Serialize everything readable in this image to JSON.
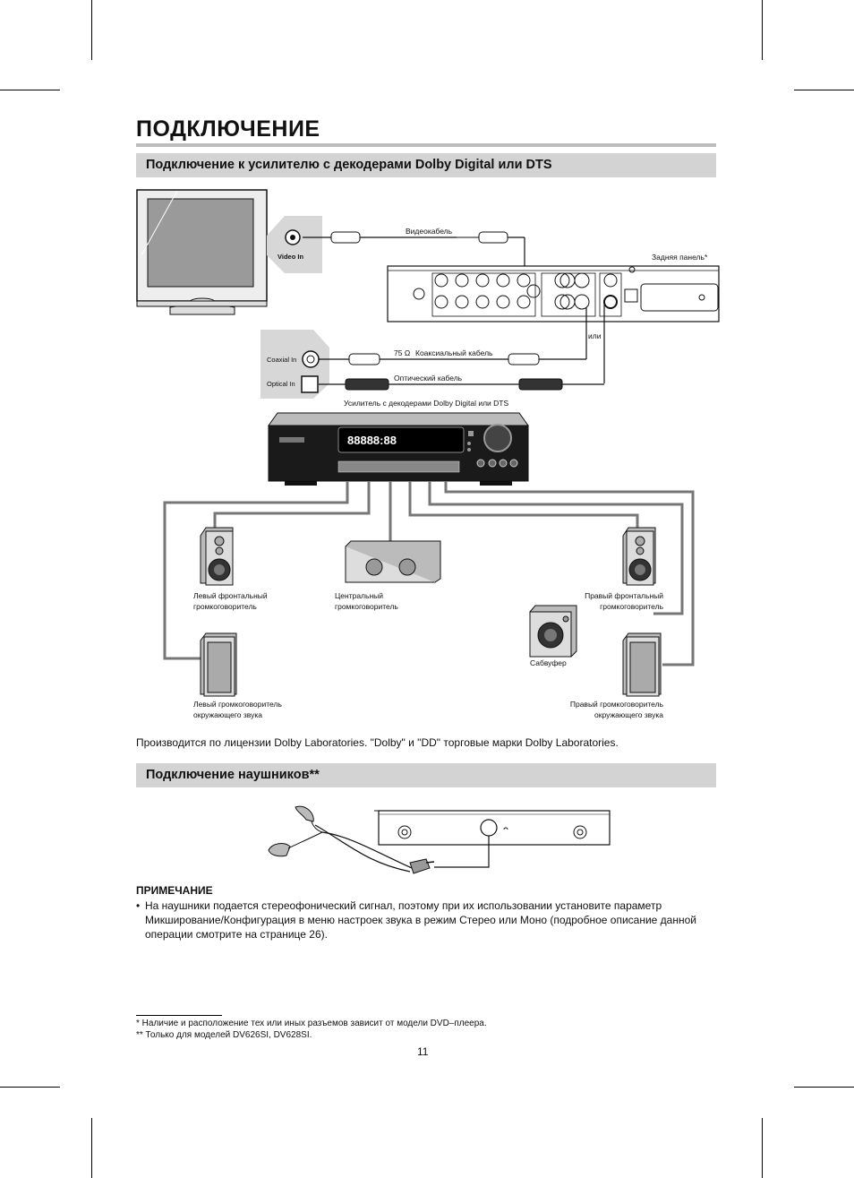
{
  "page": {
    "title": "ПОДКЛЮЧЕНИЕ",
    "page_number": "11"
  },
  "section1": {
    "heading": "Подключение к усилителю с декодерами Dolby Digital или DTS",
    "labels": {
      "tv_video_in": "Video In",
      "video_cable": "Видеокабель",
      "rear_panel": "Задняя панель*",
      "or": "или",
      "ohm": "75 Ω",
      "coaxial_cable": "Коаксиальный кабель",
      "optical_cable": "Оптический кабель",
      "coaxial_in": "Coaxial In",
      "optical_in": "Optical In",
      "amplifier": "Усилитель с декодерами Dolby Digital или DTS",
      "display": "88888:88",
      "left_front": [
        "Левый фронтальный",
        "громкоговоритель"
      ],
      "center": [
        "Центральный",
        "громкоговоритель"
      ],
      "right_front": [
        "Правый фронтальный",
        "громкоговоритель"
      ],
      "subwoofer": "Сабвуфер",
      "left_surround": [
        "Левый громкоговоритель",
        "окружающего звука"
      ],
      "right_surround": [
        "Правый громкоговоритель",
        "окружающего звука"
      ]
    },
    "license_text": "Производится по лицензии Dolby Laboratories. \"Dolby\" и \"DD\" торговые марки Dolby Laboratories."
  },
  "section2": {
    "heading": "Подключение наушников**"
  },
  "note": {
    "title": "ПРИМЕЧАНИЕ",
    "bullet": "•",
    "text": "На наушники подается стереофонический сигнал, поэтому при их использовании установите параметр Микширование/Конфигурация в меню настроек звука в режим Стерео или Моно (подробное описание данной операции смотрите на странице 26)."
  },
  "footnotes": {
    "f1": "* Наличие и расположение тех или иных разъемов зависит от модели DVD–плеера.",
    "f2": "** Только для моделей DV626SI, DV628SI."
  }
}
